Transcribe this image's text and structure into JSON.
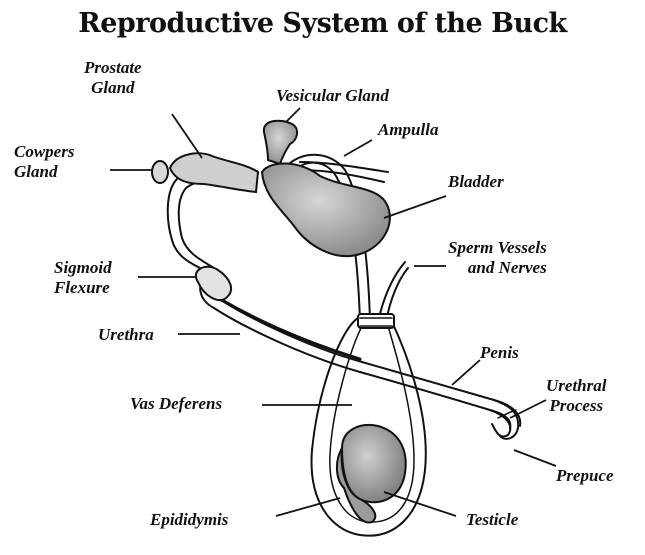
{
  "title": "Reproductive System of the Buck",
  "labels": {
    "prostate_gland": [
      "Prostate",
      "Gland"
    ],
    "vesicular_gland": "Vesicular Gland",
    "ampulla": "Ampulla",
    "cowpers_gland": [
      "Cowpers",
      "Gland"
    ],
    "bladder": "Bladder",
    "sperm_vessels": [
      "Sperm Vessels",
      "and Nerves"
    ],
    "sigmoid_flexure": [
      "Sigmoid",
      "Flexure"
    ],
    "urethra": "Urethra",
    "penis": "Penis",
    "urethral_process": [
      "Urethral",
      "Process"
    ],
    "vas_deferens": "Vas Deferens",
    "prepuce": "Prepuce",
    "epididymis": "Epididymis",
    "testicle": "Testicle"
  },
  "colors": {
    "ink": "#111111",
    "organ_fill": "#b9b9b9",
    "dark_fill": "#8a8a8a",
    "background": "#ffffff"
  }
}
